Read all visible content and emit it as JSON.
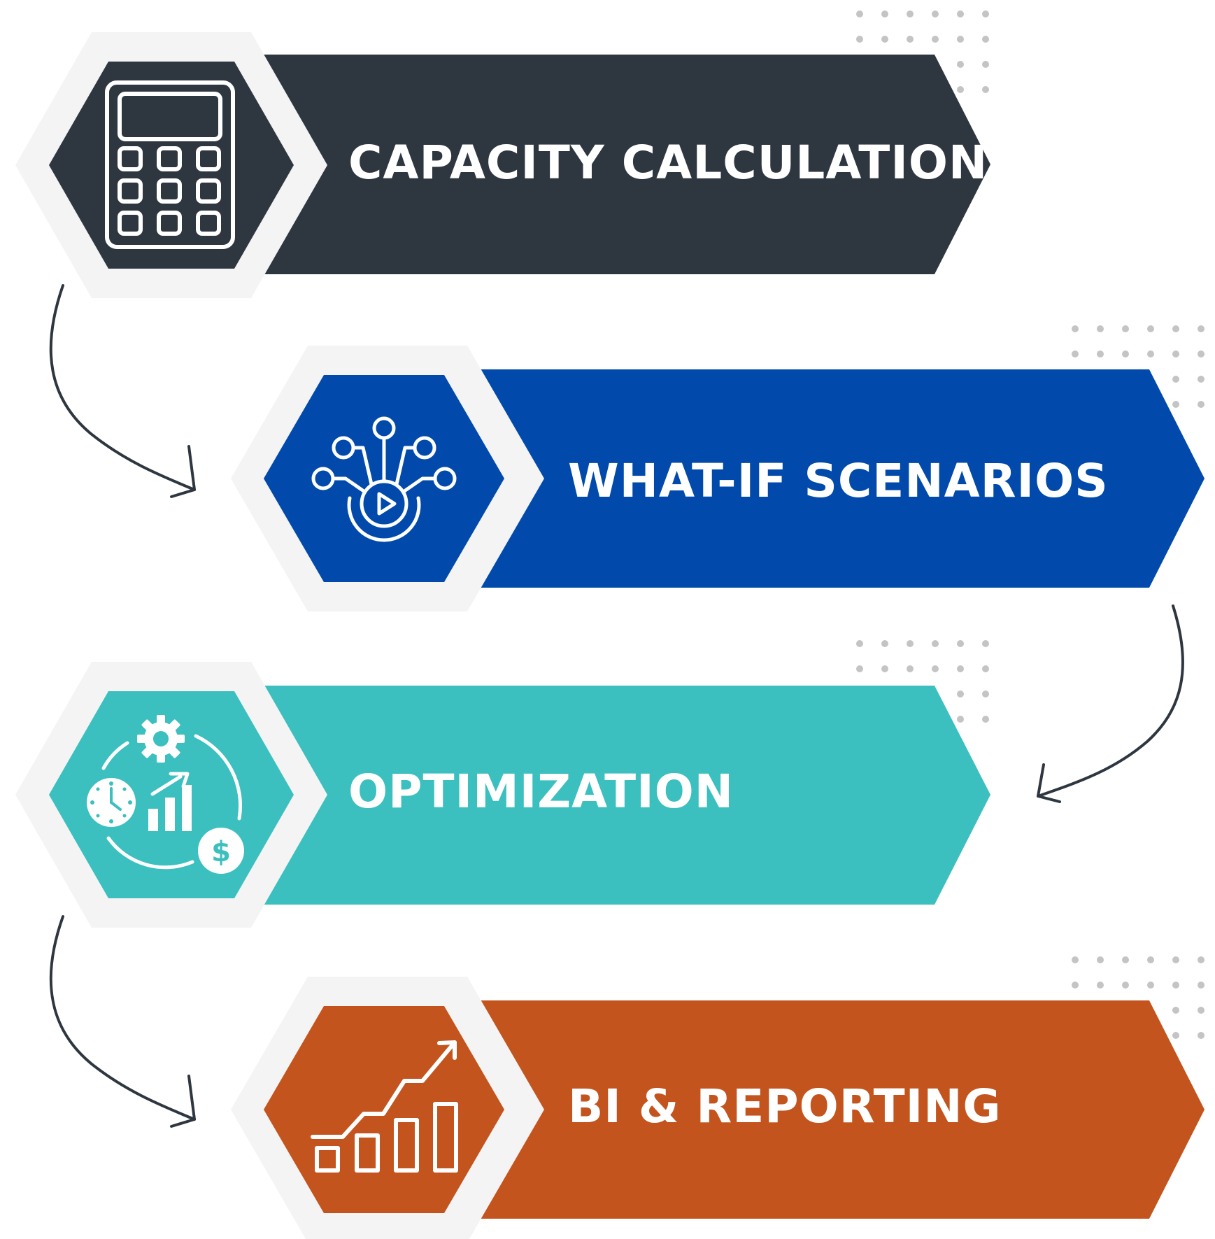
{
  "steps": [
    {
      "label": "CAPACITY CALCULATION",
      "icon": "calculator-icon",
      "color": "#2e3640"
    },
    {
      "label": "WHAT-IF SCENARIOS",
      "icon": "scenario-network-icon",
      "color": "#014aab"
    },
    {
      "label": "OPTIMIZATION",
      "icon": "optimization-cycle-icon",
      "color": "#3bbfbf"
    },
    {
      "label": "BI & REPORTING",
      "icon": "growth-bar-chart-icon",
      "color": "#c4541d"
    }
  ],
  "colors": {
    "hex_frame": "#f4f4f4",
    "dots": "#c4c4c4",
    "connector": "#2e3640",
    "background": "#ffffff"
  }
}
